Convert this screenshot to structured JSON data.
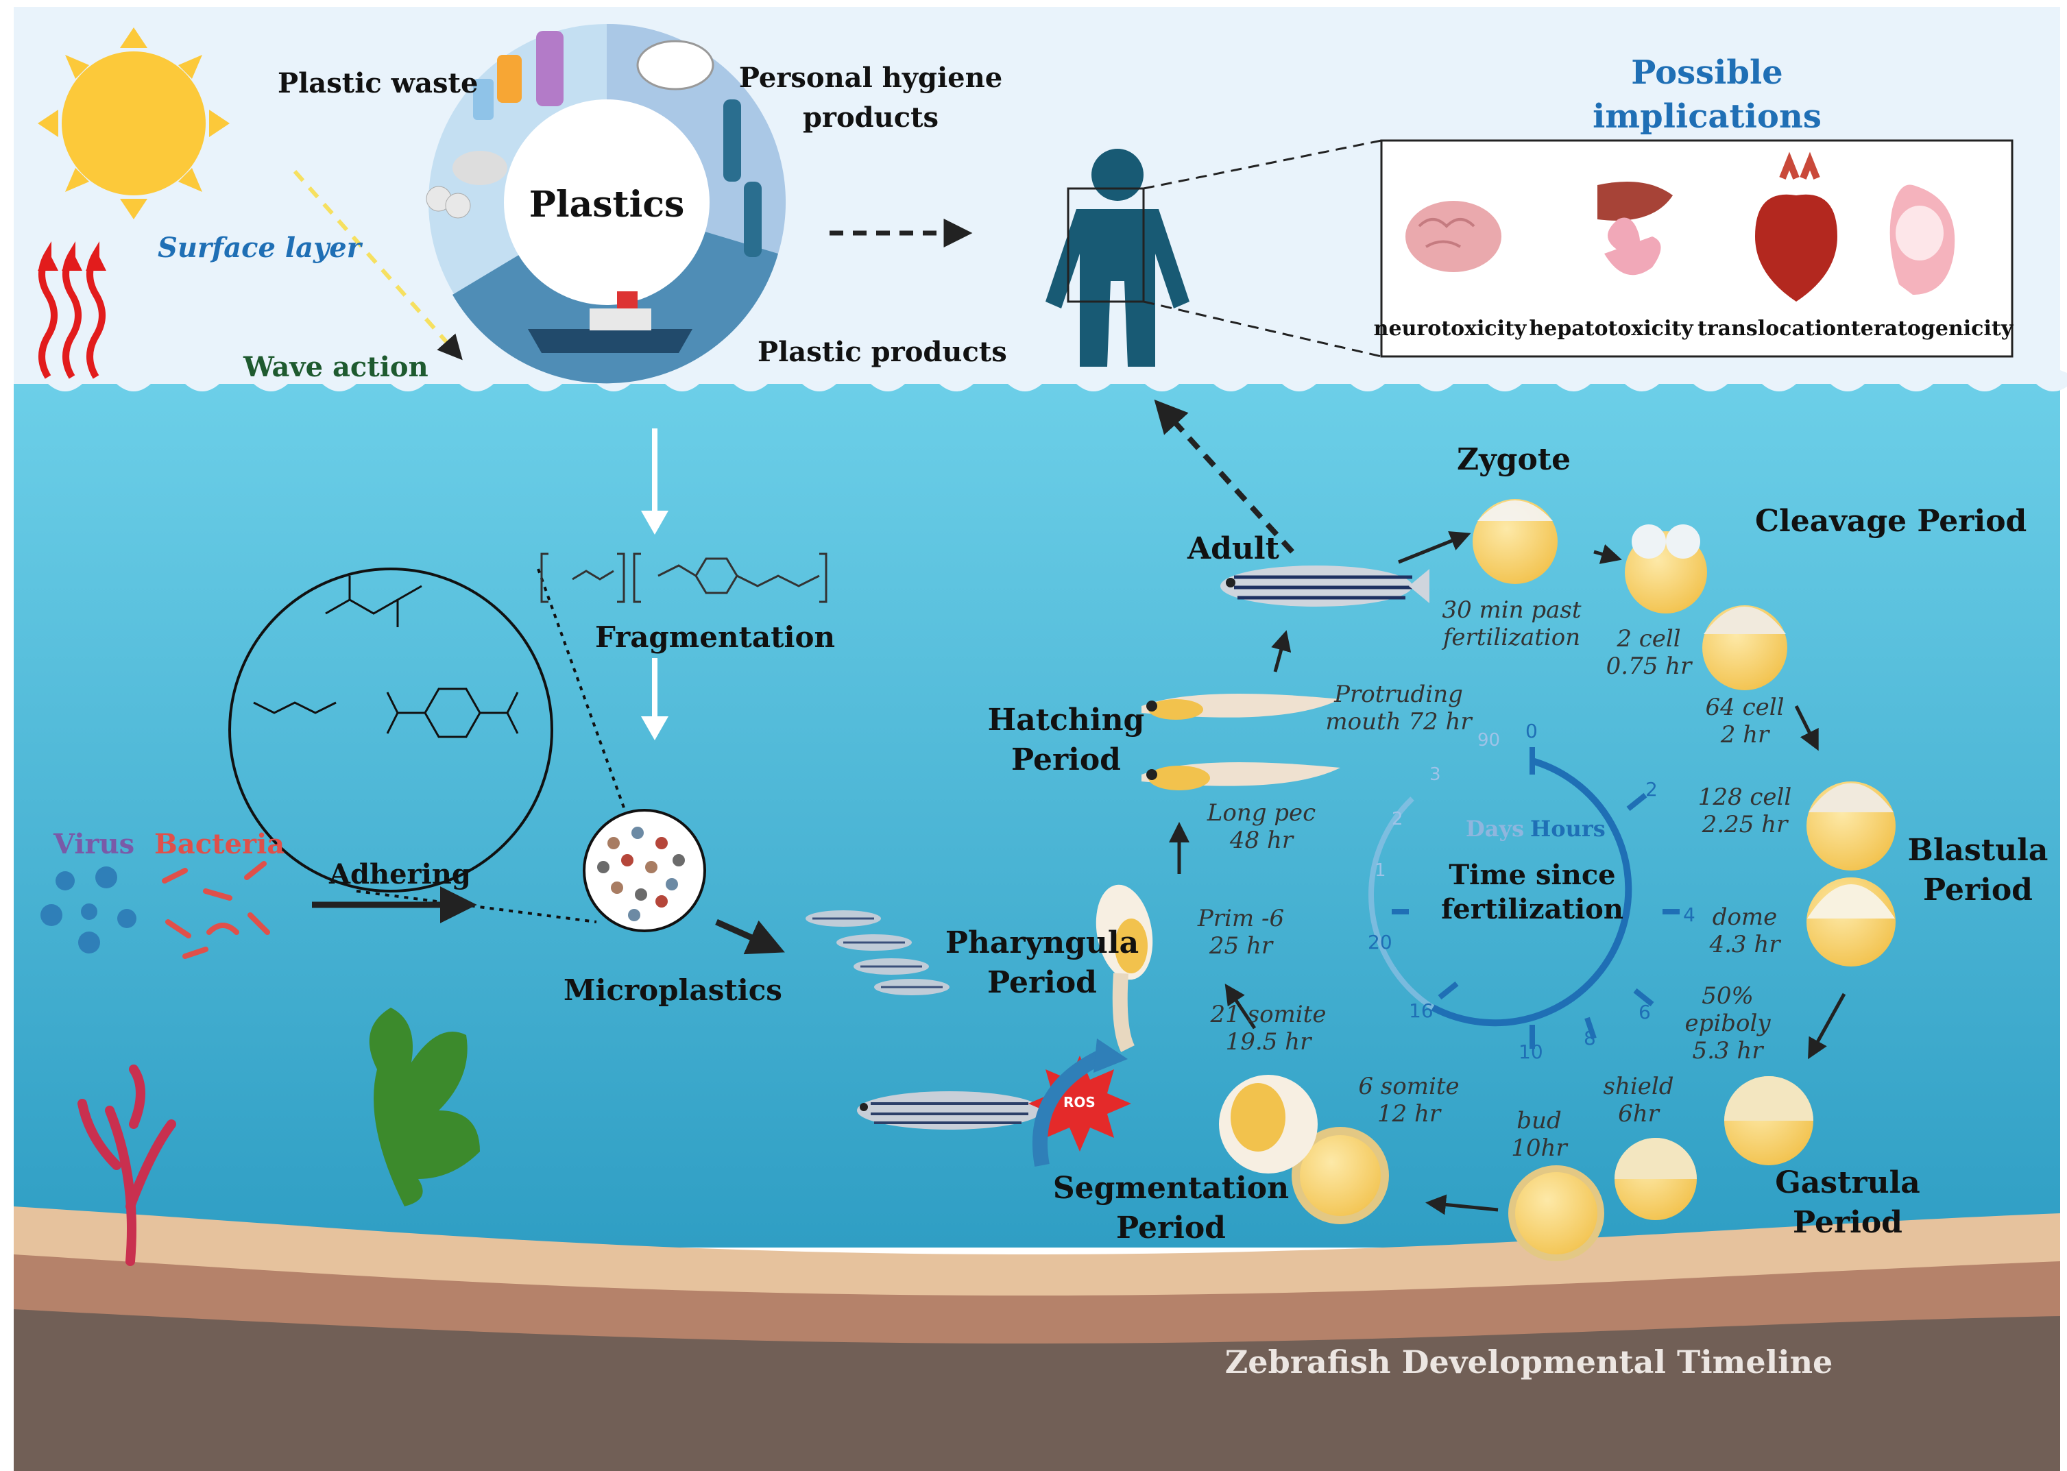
{
  "title": "Zebrafish Developmental Timeline",
  "surface": {
    "surface_layer": "Surface layer",
    "wave_action": "Wave action"
  },
  "plastics_wheel": {
    "center": "Plastics",
    "plastic_waste": "Plastic waste",
    "hygiene_line1": "Personal hygiene",
    "hygiene_line2": "products",
    "plastic_products": "Plastic products"
  },
  "implications": {
    "title_line1": "Possible",
    "title_line2": "implications",
    "items": [
      "neurotoxicity",
      "hepatotoxicity",
      "translocation",
      "teratogenicity"
    ]
  },
  "pathway": {
    "fragmentation": "Fragmentation",
    "microplastics": "Microplastics",
    "adhering": "Adhering",
    "virus": "Virus",
    "bacteria": "Bacteria",
    "ros": "ROS"
  },
  "periods": {
    "zygote": "Zygote",
    "cleavage": "Cleavage Period",
    "blastula_1": "Blastula",
    "blastula_2": "Period",
    "gastrula_1": "Gastrula",
    "gastrula_2": "Period",
    "segmentation_1": "Segmentation",
    "segmentation_2": "Period",
    "pharyngula_1": "Pharyngula",
    "pharyngula_2": "Period",
    "hatching_1": "Hatching",
    "hatching_2": "Period",
    "adult": "Adult"
  },
  "stages": [
    {
      "l1": "30 min past",
      "l2": "fertilization"
    },
    {
      "l1": "2 cell",
      "l2": "0.75 hr"
    },
    {
      "l1": "64 cell",
      "l2": "2 hr"
    },
    {
      "l1": "128 cell",
      "l2": "2.25 hr"
    },
    {
      "l1": "dome",
      "l2": "4.3 hr"
    },
    {
      "l1": "50%",
      "l2": "epiboly",
      "l3": "5.3 hr"
    },
    {
      "l1": "shield",
      "l2": "6hr"
    },
    {
      "l1": "bud",
      "l2": "10hr"
    },
    {
      "l1": "6 somite",
      "l2": "12 hr"
    },
    {
      "l1": "21 somite",
      "l2": "19.5 hr"
    },
    {
      "l1": "Prim -6",
      "l2": "25 hr"
    },
    {
      "l1": "Long pec",
      "l2": "48 hr"
    },
    {
      "l1": "Protruding",
      "l2": "mouth 72 hr"
    }
  ],
  "clock": {
    "center_line1": "Time since",
    "center_line2": "fertilization",
    "hours_label": "Hours",
    "days_label": "Days",
    "hour_ticks": [
      "0",
      "2",
      "4",
      "6",
      "8",
      "10",
      "16",
      "20"
    ],
    "day_ticks": [
      "90",
      "3",
      "2",
      "1"
    ]
  },
  "colors": {
    "sky": "#e9f3fb",
    "water_top": "#6ccfe8",
    "water_bottom": "#2f9ec4",
    "clock_blue": "#1f6fb5",
    "implication_title": "#1f6fb5",
    "virus": "#7a5aa8",
    "bacteria": "#e0504a"
  }
}
